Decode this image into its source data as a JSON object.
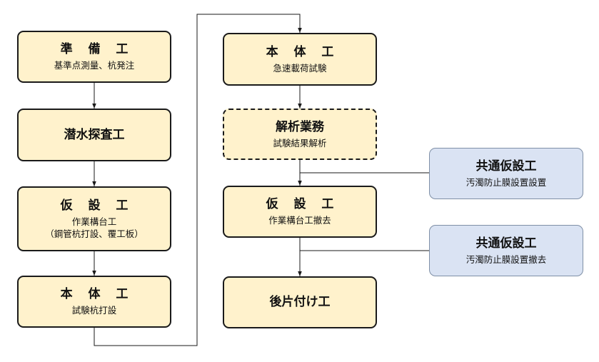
{
  "left_column": [
    {
      "id": "junbi",
      "title": "準 備 工",
      "sub": [
        "基準点測量、杭発注"
      ]
    },
    {
      "id": "sensui",
      "title": "潜水探査工",
      "sub": []
    },
    {
      "id": "kasetsu1",
      "title": "仮 設 工",
      "sub": [
        "作業構台工",
        "（鋼管杭打設、覆工板）"
      ]
    },
    {
      "id": "hontai1",
      "title": "本 体 工",
      "sub": [
        "試験杭打設"
      ]
    }
  ],
  "right_column": [
    {
      "id": "hontai2",
      "title": "本 体 工",
      "sub": [
        "急速載荷試験"
      ]
    },
    {
      "id": "kaiseki",
      "title": "解析業務",
      "sub": [
        "試験結果解析"
      ]
    },
    {
      "id": "kasetsu2",
      "title": "仮 設 工",
      "sub": [
        "作業構台工撤去"
      ]
    },
    {
      "id": "atokatazuke",
      "title": "後片付け工",
      "sub": []
    }
  ],
  "side_boxes": [
    {
      "id": "kyotsu1",
      "title": "共通仮設工",
      "sub": [
        "汚濁防止膜設置設置"
      ]
    },
    {
      "id": "kyotsu2",
      "title": "共通仮設工",
      "sub": [
        "汚濁防止膜設置撤去"
      ]
    }
  ]
}
